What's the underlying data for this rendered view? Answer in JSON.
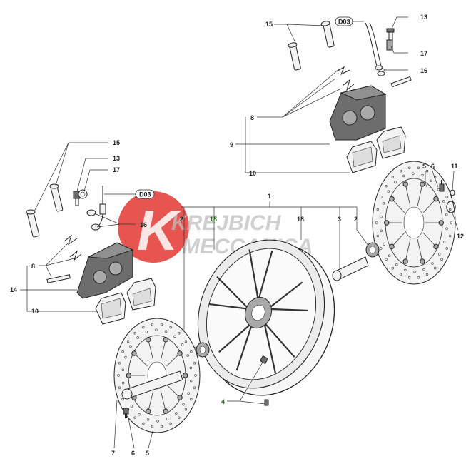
{
  "watermark": {
    "line1": "KREJBICH",
    "line2": "MECCANICA",
    "monogram": "K",
    "accent_color": "#e0302a"
  },
  "reference_boxes": {
    "upper": "D03",
    "lower": "D03"
  },
  "labels": {
    "upper_15": "15",
    "upper_13": "13",
    "upper_17": "17",
    "upper_16": "16",
    "upper_8": "8",
    "upper_9": "9",
    "upper_10": "10",
    "left_15": "15",
    "left_13": "13",
    "left_17": "17",
    "left_16": "16",
    "left_8": "8",
    "left_14": "14",
    "left_10": "10",
    "wheel_1": "1",
    "wheel_2_left": "2",
    "wheel_18_left": "18",
    "wheel_18_right": "18",
    "wheel_3": "3",
    "wheel_2_right": "2",
    "wheel_4": "4",
    "right_5": "5",
    "right_6": "6",
    "right_11": "11",
    "right_12": "12",
    "bottom_7": "7",
    "bottom_6": "6",
    "bottom_5": "5"
  },
  "colors": {
    "line": "#222222",
    "part_fill": "#f3f3f3",
    "caliper_fill": "#6d6d6d",
    "label_highlight": "#2e6b1e"
  }
}
